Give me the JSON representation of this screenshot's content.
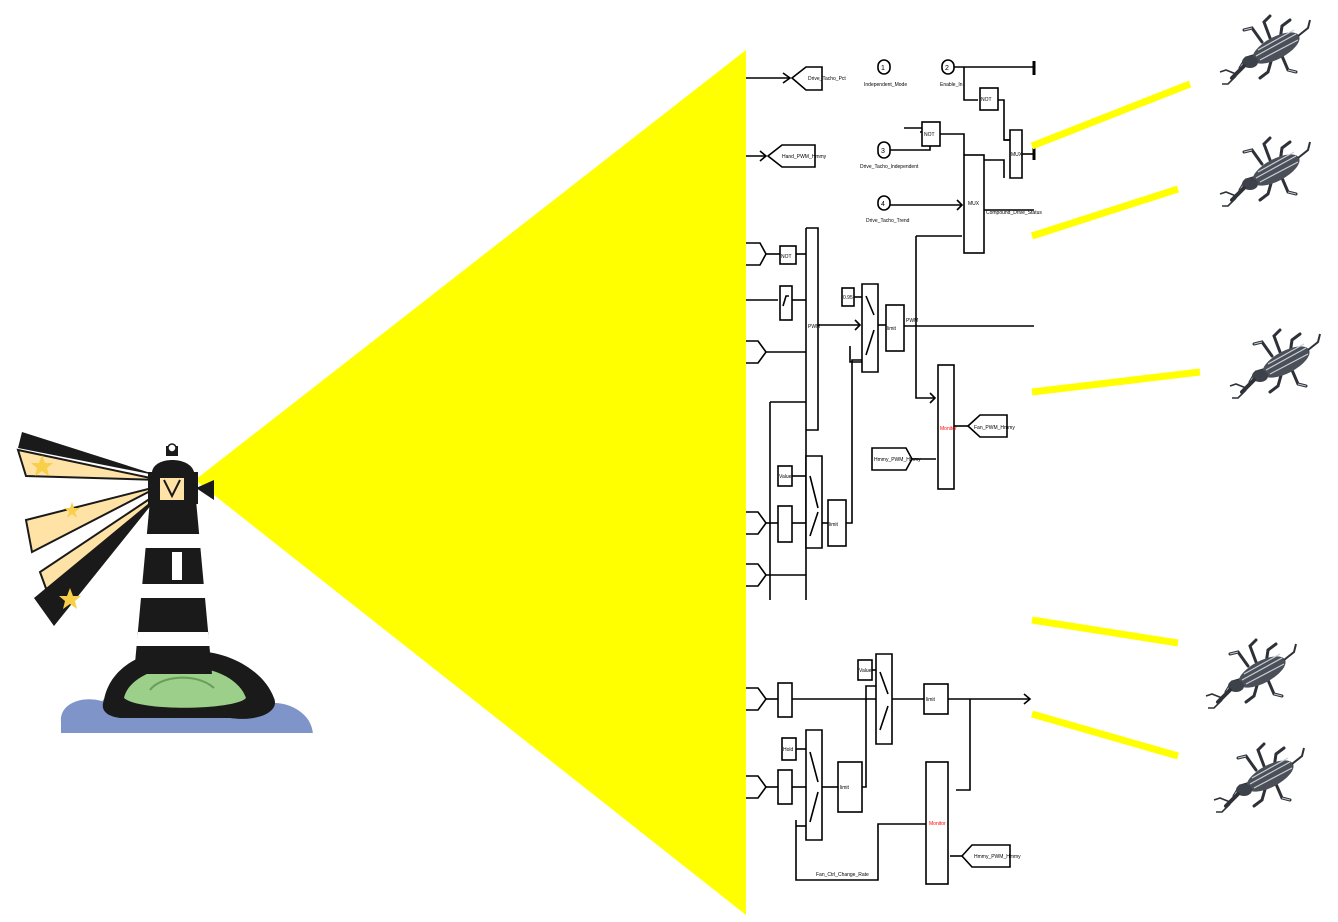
{
  "colors": {
    "beam": "#ffff00",
    "background": "#ffffff",
    "ink": "#000000",
    "highlight_label": "#ff0000",
    "lighthouse_base": "#7f94c8",
    "lighthouse_hill": "#9ccf8a",
    "lighthouse_ray": "#ffe3a6",
    "star": "#f7cf4a",
    "bug_body": "#4a4f58"
  },
  "icons": [
    "lighthouse-icon",
    "weevil-bug-icon"
  ],
  "diagram": {
    "blocks": {
      "input_top_1": "Drive_Tacho_Pct",
      "input_top_2": "Hand_PWM_Hmmy",
      "inport_1": "1",
      "inport_1_label": "Independent_Mode",
      "inport_2": "2",
      "inport_2_label": "Enable_In",
      "inport_3": "3",
      "inport_3_label": "Drive_Tacho_Independent",
      "inport_4": "4",
      "inport_4_label": "Drive_Tacho_Trend",
      "mux_top": "MUX",
      "mux_top_label": "Compound_Drive_Status",
      "sum_block": "PWM",
      "const_a": "0.95",
      "sat_block": "limit",
      "output_mid": "Fan_PWM_Hmmy",
      "input_mid": "Hmmy_PWM_Hmmy",
      "highlight_block": "Monitor",
      "const_b": "Value",
      "sat_block_2": "limit",
      "const_c": "Value",
      "sat_block_3": "limit",
      "const_d": "Hold",
      "sat_block_4": "limit",
      "highlight_block_2": "Monitor",
      "output_bottom": "Hmmy_PWM_Hmmy",
      "bottom_label": "Fan_Ctrl_Change_Rate"
    }
  }
}
